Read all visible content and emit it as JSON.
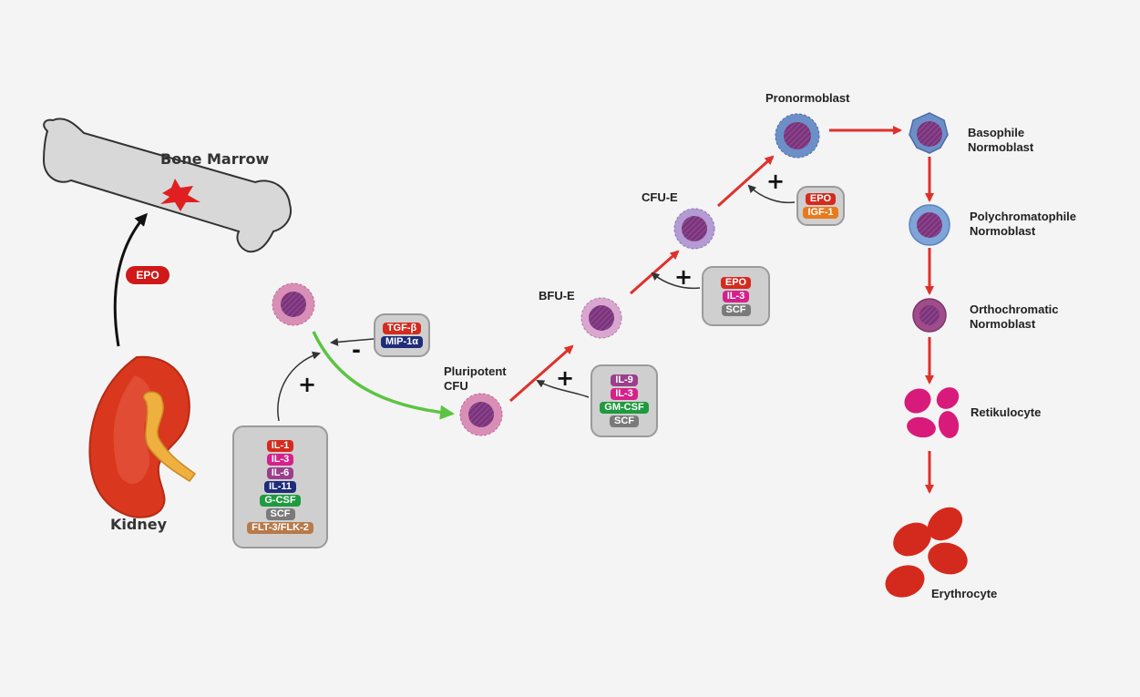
{
  "labels": {
    "bone_marrow": "Bone Marrow",
    "kidney": "Kidney",
    "pluripotent_line1": "Pluripotent",
    "pluripotent_line2": "CFU",
    "bfu_e": "BFU-E",
    "cfu_e": "CFU-E",
    "pronormoblast": "Pronormoblast",
    "basophile_line1": "Basophile",
    "basophile_line2": "Normoblast",
    "polychromatophile_line1": "Polychromatophile",
    "polychromatophile_line2": "Normoblast",
    "orthochromatic_line1": "Orthochromatic",
    "orthochromatic_line2": "Normoblast",
    "retikulocyte": "Retikulocyte",
    "erythrocyte": "Erythrocyte"
  },
  "epo_badge": "EPO",
  "signs": {
    "plus": "+",
    "minus": "-"
  },
  "factor_panels": {
    "stem": [
      {
        "text": "IL-1",
        "color": "#d42b1e"
      },
      {
        "text": "IL-3",
        "color": "#d6208a"
      },
      {
        "text": "IL-6",
        "color": "#9b3f8c"
      },
      {
        "text": "IL-11",
        "color": "#1f2c7a"
      },
      {
        "text": "G-CSF",
        "color": "#1f9a3e"
      },
      {
        "text": "SCF",
        "color": "#7a7a7a"
      },
      {
        "text": "FLT-3/FLK-2",
        "color": "#b77a4a"
      }
    ],
    "inhibitor": [
      {
        "text": "TGF-β",
        "color": "#d42b1e"
      },
      {
        "text": "MIP-1α",
        "color": "#1f2c7a"
      }
    ],
    "bfu": [
      {
        "text": "IL-9",
        "color": "#9b3f8c"
      },
      {
        "text": "IL-3",
        "color": "#d6208a"
      },
      {
        "text": "GM-CSF",
        "color": "#1f9a3e"
      },
      {
        "text": "SCF",
        "color": "#7a7a7a"
      }
    ],
    "cfu": [
      {
        "text": "EPO",
        "color": "#d42b1e"
      },
      {
        "text": "IL-3",
        "color": "#d6208a"
      },
      {
        "text": "SCF",
        "color": "#7a7a7a"
      }
    ],
    "pro": [
      {
        "text": "EPO",
        "color": "#d42b1e"
      },
      {
        "text": "IGF-1",
        "color": "#e87a1c"
      }
    ]
  },
  "colors": {
    "arrow_red": "#e0302a",
    "arrow_green": "#5cc443",
    "arrow_black": "#222222",
    "nucleus": "#8e2d6d",
    "stem_cell": "#d98fb5",
    "bfu_cell": "#d9a6d0",
    "cfu_cell": "#b49bd3",
    "pro_cell": "#6d8fc8",
    "baso_cell": "#6d8fc8",
    "poly_cell": "#7fa5d8",
    "ortho_cell": "#a14c8a",
    "retic_cell": "#d81b7a",
    "ery_cell": "#d42a1e",
    "bone": "#d8d8d8",
    "kidney_red": "#d9381e",
    "kidney_pelvis": "#f0b040"
  }
}
